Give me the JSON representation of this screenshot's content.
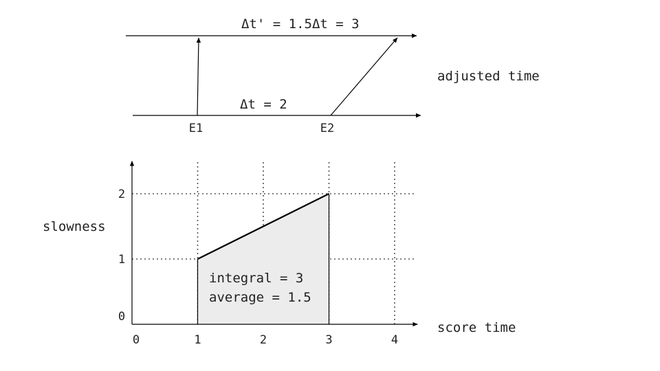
{
  "timeline": {
    "adjusted_label": "Δt' = 1.5Δt = 3",
    "score_label": "Δt = 2",
    "event1": "E1",
    "event2": "E2",
    "axis_label": "adjusted time"
  },
  "chart_data": {
    "type": "area",
    "x_ticks": [
      "0",
      "1",
      "2",
      "3",
      "4"
    ],
    "y_ticks": [
      "0",
      "1",
      "2"
    ],
    "ylabel": "slowness",
    "xlabel": "score time",
    "xlim": [
      0,
      4.35
    ],
    "ylim": [
      0,
      2.5
    ],
    "grid": true,
    "series": [
      {
        "x": [
          1,
          3
        ],
        "y": [
          1,
          2
        ]
      }
    ],
    "annotations": {
      "integral": "integral = 3",
      "average": "average = 1.5"
    }
  },
  "colors": {
    "line": "#000000",
    "fill": "#ececec",
    "grid": "#555555",
    "text": "#222222"
  }
}
